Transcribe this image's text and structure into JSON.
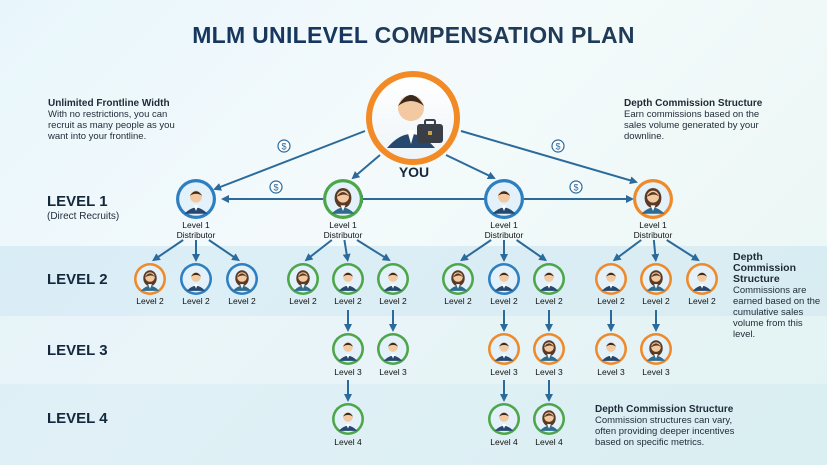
{
  "title": {
    "part1": "MLM UNILEVEL ",
    "part2": "COMPENSATION PLAN"
  },
  "you_label": "YOU",
  "levels": [
    {
      "label": "LEVEL 1",
      "sub": "(Direct Recruits)"
    },
    {
      "label": "LEVEL 2"
    },
    {
      "label": "LEVEL 3"
    },
    {
      "label": "LEVEL 4"
    }
  ],
  "notes": {
    "top_left": {
      "heading": "Unlimited Frontline Width",
      "body": "With no restrictions, you can recruit as many people as you want into your frontline."
    },
    "top_right": {
      "heading": "Depth Commission Structure",
      "body": "Earn commissions based on the sales volume generated by your downline."
    },
    "right_level2": {
      "heading": "Depth Commission Structure",
      "body": "Commissions are earned based on the cumulative sales volume from this level."
    },
    "right_level4": {
      "heading": "Depth Commission Structure",
      "body": "Commission structures can vary, often providing deeper incentives based on specific metrics."
    }
  },
  "node_labels": {
    "level1": "Level 1 Distributor",
    "level2": "Level 2",
    "level3": "Level 3",
    "level4": "Level 4"
  },
  "icons": {
    "commission": "dollar-coin-icon",
    "person": "person-avatar-icon",
    "briefcase": "briefcase-icon"
  },
  "colors": {
    "title": "#17375e",
    "you_ring": "#f28a25",
    "blue_ring": "#2d7fc1",
    "green_ring": "#4ea64a",
    "orange_ring": "#ef8a2a",
    "arrow": "#2b6a9a"
  },
  "commission_symbol": "$"
}
